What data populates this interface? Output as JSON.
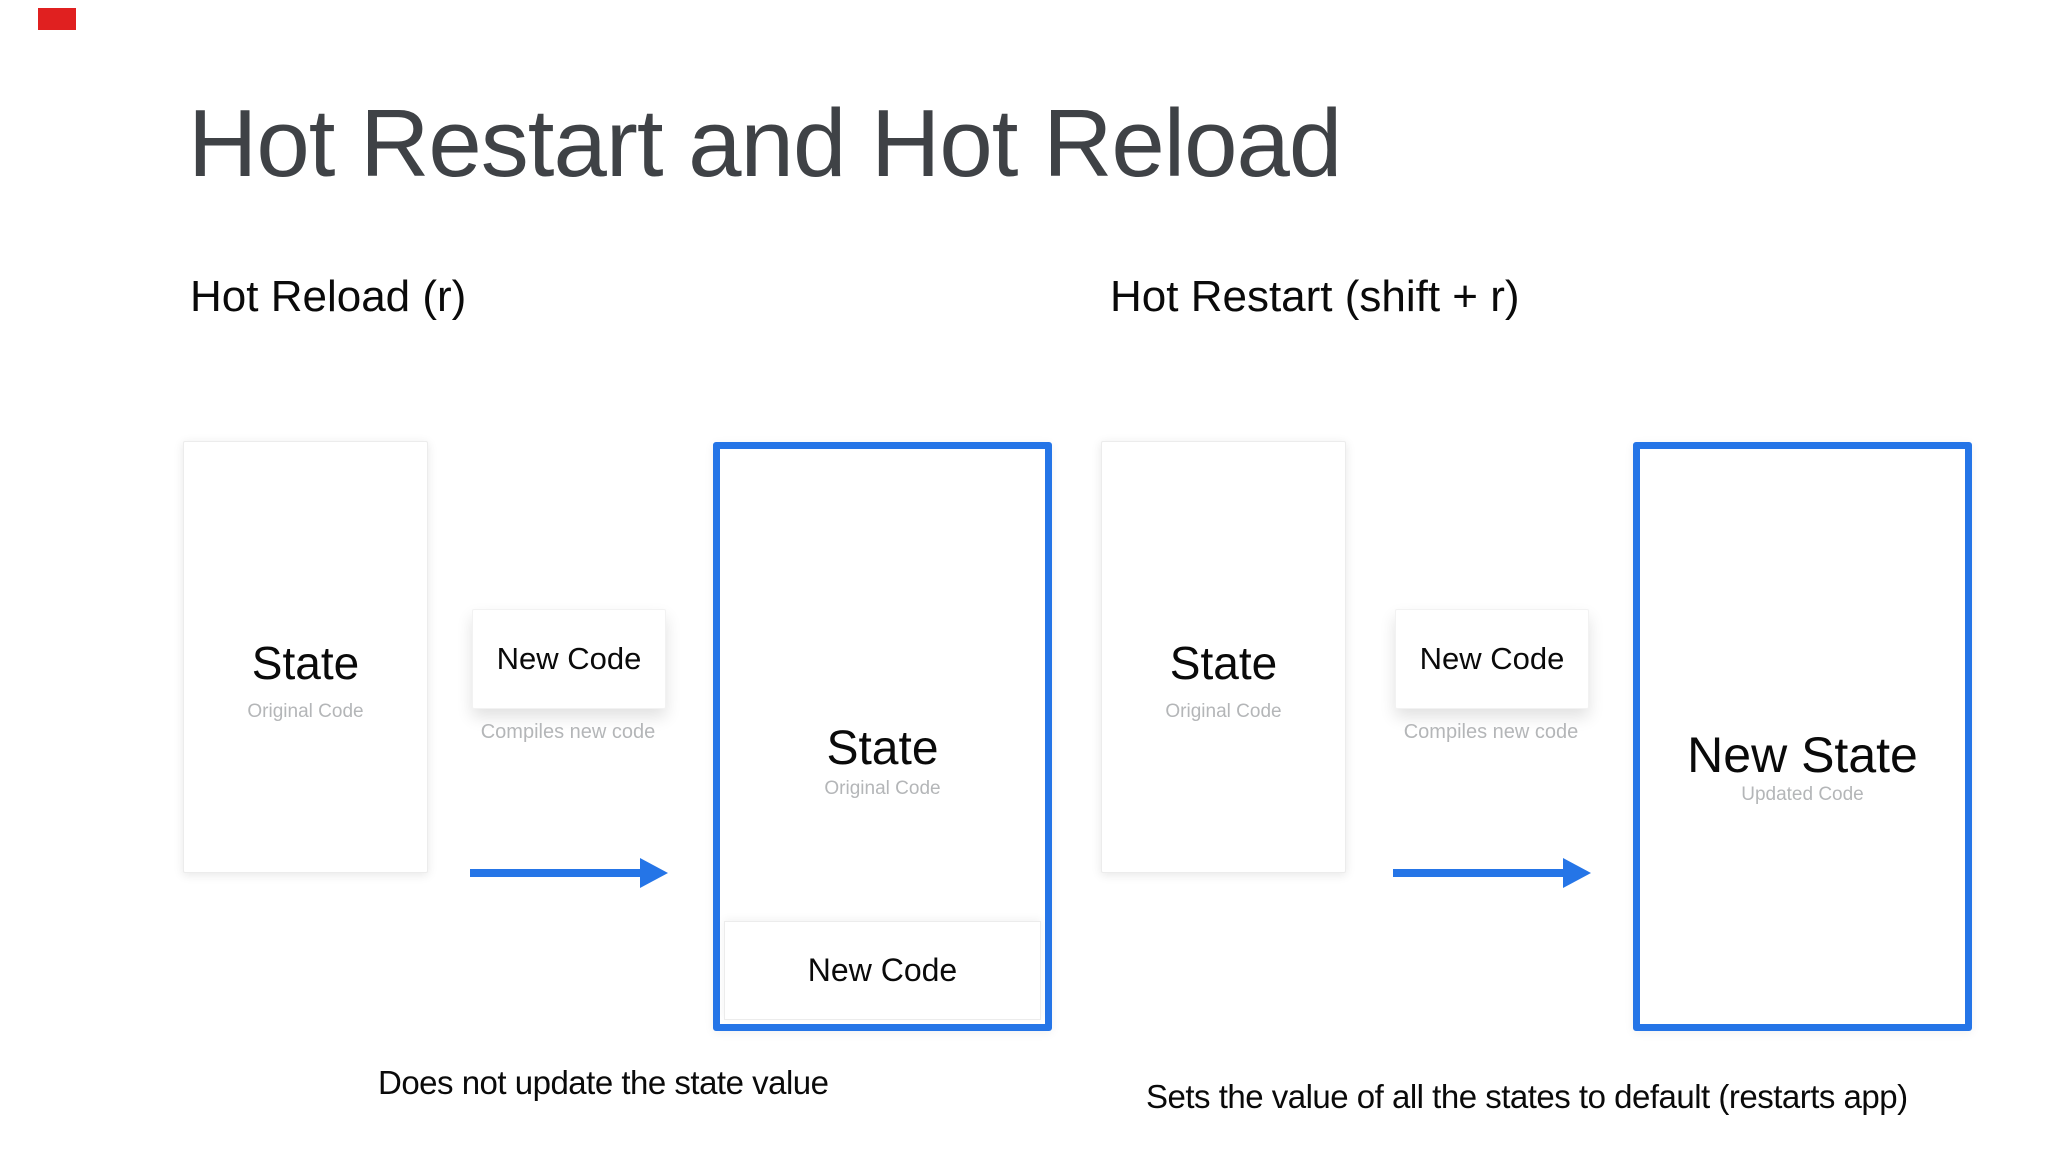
{
  "title": "Hot Restart and Hot Reload",
  "colors": {
    "accent_blue": "#2575e7",
    "title_gray": "#3f4246",
    "muted_gray": "#b4b6b8",
    "marker_red": "#e02020"
  },
  "hot_reload": {
    "heading": "Hot Reload (r)",
    "source_phone": {
      "state_label": "State",
      "code_label": "Original Code"
    },
    "new_code_label": "New Code",
    "compile_note": "Compiles new code",
    "result_phone": {
      "state_label": "State",
      "code_label": "Original Code",
      "bottom_panel_label": "New Code"
    },
    "caption": "Does not update the state value"
  },
  "hot_restart": {
    "heading": "Hot Restart (shift + r)",
    "source_phone": {
      "state_label": "State",
      "code_label": "Original Code"
    },
    "new_code_label": "New Code",
    "compile_note": "Compiles new code",
    "result_phone": {
      "state_label": "New State",
      "code_label": "Updated Code"
    },
    "caption": "Sets the value of all the states to default (restarts app)"
  }
}
